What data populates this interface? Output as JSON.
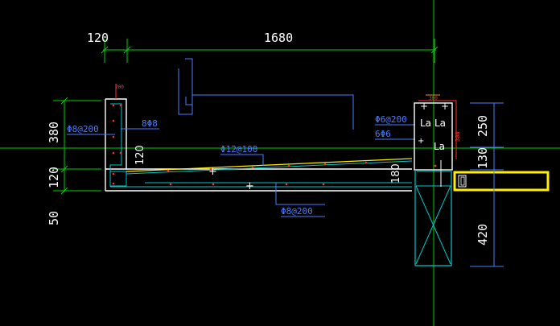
{
  "dimensions": {
    "left_width": "120",
    "span": "1680",
    "left_upper": "380",
    "left_lower": "120",
    "left_bottom": "50",
    "slab_thickness_a": "120",
    "slab_thickness_b": "180",
    "right_top": "250",
    "right_mid": "130",
    "right_bottom": "420",
    "beam_mark_red": "300",
    "small_red_top": "200"
  },
  "annotations": {
    "stirrup_left": "Φ8@200",
    "bars_left": "8Φ8",
    "top_bar": "Φ12@100",
    "bottom_bar": "Φ8@200",
    "right_stirrup": "Φ6@200",
    "right_bars": "6Φ6",
    "la_1": "La",
    "la_2": "La",
    "la_3": "La"
  },
  "colors": {
    "background": "#000000",
    "green": "#00d000",
    "white": "#ffffff",
    "blue": "#4a7cff",
    "cyan": "#00c8c8",
    "yellow": "#ffee00",
    "red": "#ff3030",
    "orange": "#ff8a00"
  }
}
